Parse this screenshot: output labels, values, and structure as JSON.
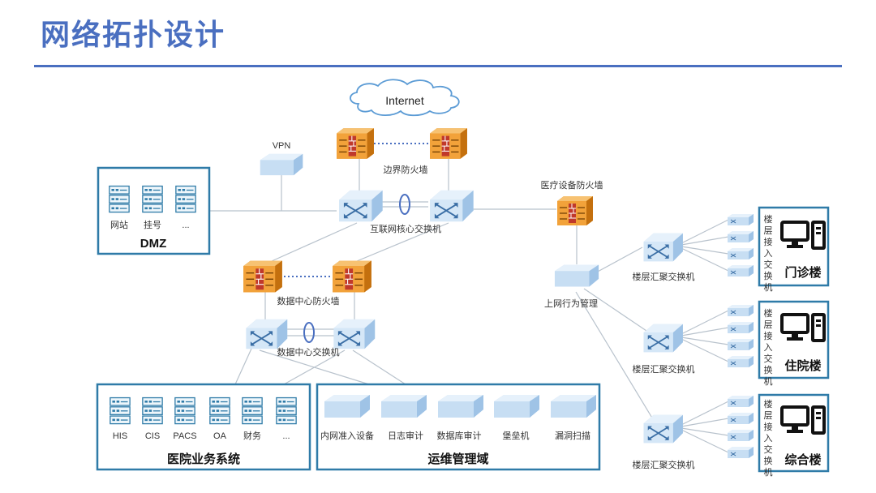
{
  "page": {
    "title": "网络拓扑设计"
  },
  "colors": {
    "accent": "#4a6fc0",
    "box_border": "#2f7ba8",
    "firewall": "#f0a030",
    "device": "#cfe3f5"
  },
  "internet": {
    "label": "Internet"
  },
  "vpn": {
    "label": "VPN"
  },
  "border_firewall": {
    "label": "边界防火墙"
  },
  "core_switch": {
    "label": "互联网核心交换机"
  },
  "medical_firewall": {
    "label": "医疗设备防火墙"
  },
  "behavior_mgmt": {
    "label": "上网行为管理"
  },
  "dc_firewall": {
    "label": "数据中心防火墙"
  },
  "dc_switch": {
    "label": "数据中心交换机"
  },
  "dmz": {
    "title": "DMZ",
    "servers": [
      "网站",
      "挂号",
      "..."
    ]
  },
  "hospital_systems": {
    "title": "医院业务系统",
    "servers": [
      "HIS",
      "CIS",
      "PACS",
      "OA",
      "财务",
      "..."
    ]
  },
  "ops_domain": {
    "title": "运维管理域",
    "devices": [
      "内网准入设备",
      "日志审计",
      "数据库审计",
      "堡垒机",
      "漏洞扫描"
    ]
  },
  "buildings": [
    {
      "agg_label": "楼层汇聚交换机",
      "access_label": "楼层接入交换机",
      "name": "门诊楼"
    },
    {
      "agg_label": "楼层汇聚交换机",
      "access_label": "楼层接入交换机",
      "name": "住院楼"
    },
    {
      "agg_label": "楼层汇聚交换机",
      "access_label": "楼层接入交换机",
      "name": "综合楼"
    }
  ]
}
